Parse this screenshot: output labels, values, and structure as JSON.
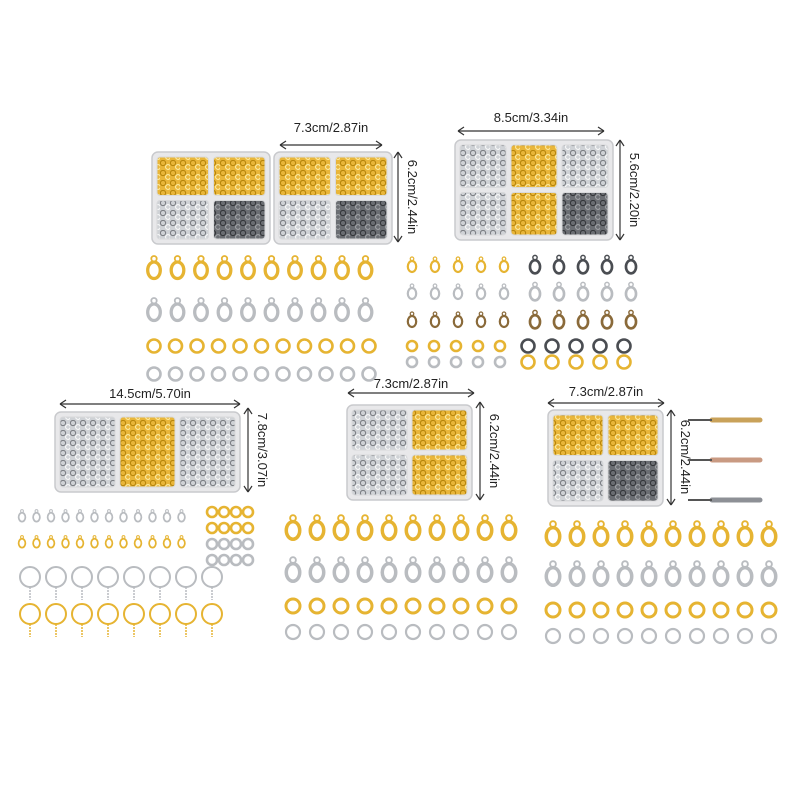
{
  "dimensions": {
    "a_width": "7.3cm/2.87in",
    "a_height": "6.2cm/2.44in",
    "b_width": "8.5cm/3.34in",
    "b_height": "5.6cm/2.20in",
    "c_width": "14.5cm/5.70in",
    "c_height": "7.8cm/3.07in",
    "d_width": "7.3cm/2.87in",
    "d_height": "6.2cm/2.44in",
    "e_width": "7.3cm/2.87in",
    "e_height": "6.2cm/2.44in"
  },
  "colors": {
    "gold": "#e6b432",
    "gold_dark": "#b8860b",
    "silver": "#b9bcc0",
    "silver_dark": "#7d8085",
    "gunmetal": "#4a4d52",
    "bronze": "#8a6a3a",
    "box_frame": "#e8e8ea"
  },
  "products": [
    {
      "name": "clasp-set-a",
      "box_count": 2,
      "compartments": [
        "gold",
        "gold",
        "silver",
        "gunmetal"
      ]
    },
    {
      "name": "clasp-set-b",
      "box_count": 1,
      "compartments": [
        "silver",
        "gold",
        "silver",
        "silver",
        "gold",
        "gunmetal"
      ]
    },
    {
      "name": "keyring-set-c",
      "box_count": 1,
      "compartments": [
        "silver",
        "gold",
        "silver"
      ]
    },
    {
      "name": "clasp-set-d",
      "box_count": 1,
      "compartments": [
        "silver",
        "gold",
        "silver",
        "gold"
      ]
    },
    {
      "name": "clasp-set-e",
      "box_count": 1,
      "compartments": [
        "gold",
        "gold",
        "silver",
        "gunmetal"
      ]
    }
  ]
}
